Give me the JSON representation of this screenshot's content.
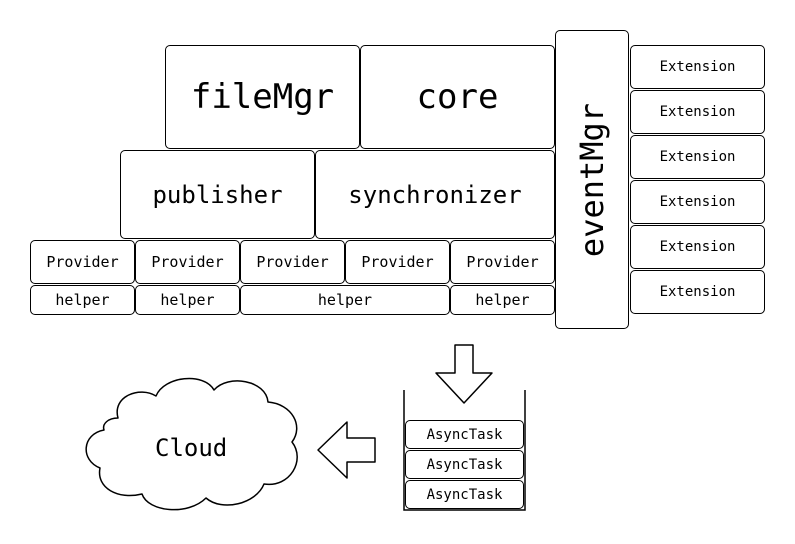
{
  "top_row": {
    "file_mgr": "fileMgr",
    "core": "core"
  },
  "middle_row": {
    "publisher": "publisher",
    "synchronizer": "synchronizer"
  },
  "providers": [
    "Provider",
    "Provider",
    "Provider",
    "Provider",
    "Provider"
  ],
  "helpers": [
    "helper",
    "helper",
    "helper",
    "helper"
  ],
  "event_mgr": "eventMgr",
  "extensions": [
    "Extension",
    "Extension",
    "Extension",
    "Extension",
    "Extension",
    "Extension"
  ],
  "async_tasks": [
    "AsyncTask",
    "AsyncTask",
    "AsyncTask"
  ],
  "cloud": "Cloud"
}
